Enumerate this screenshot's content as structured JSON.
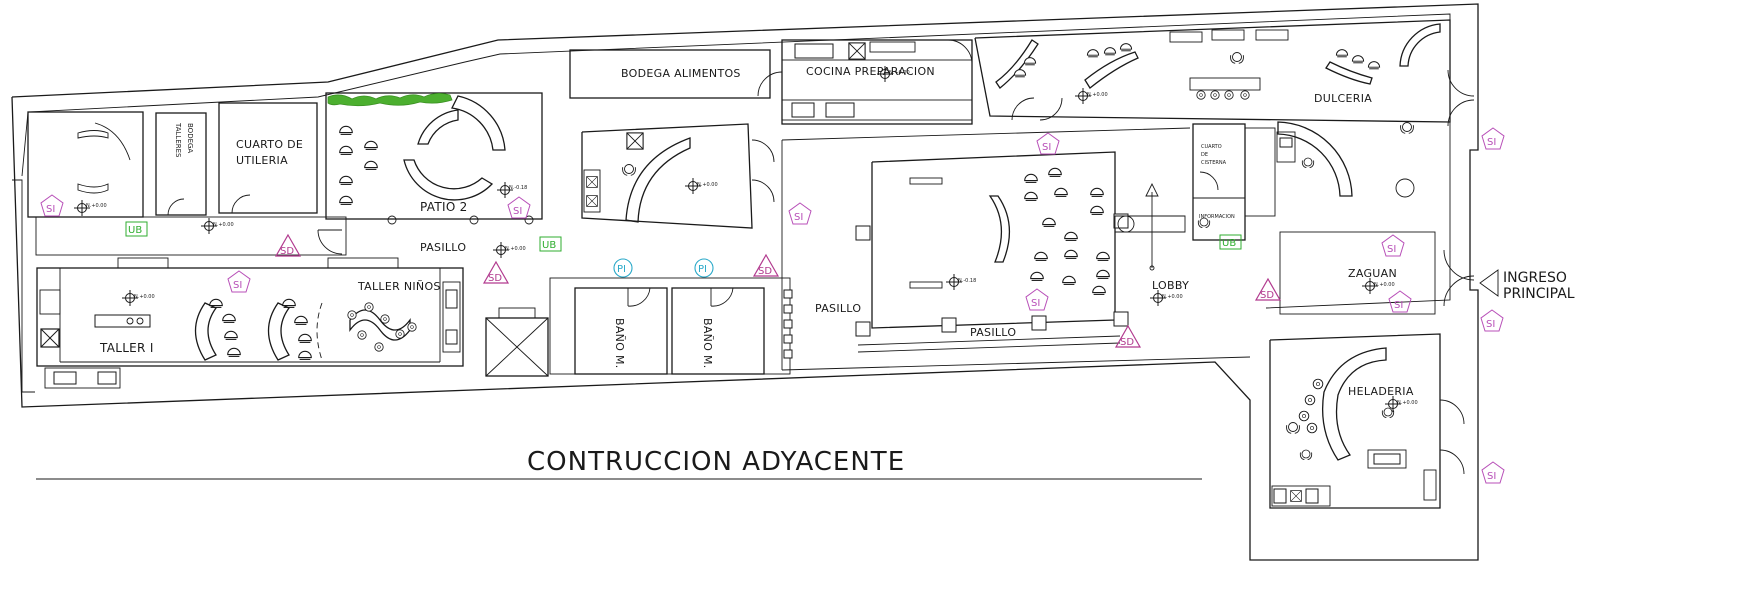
{
  "rooms": {
    "bodega_talleres_1": "BODEGA",
    "bodega_talleres_2": "TALLERES",
    "cuarto_utileria_1": "CUARTO DE",
    "cuarto_utileria_2": "UTILERIA",
    "patio2": "PATIO 2",
    "bodega_alimentos": "BODEGA ALIMENTOS",
    "cocina": "COCINA PREPARACION",
    "dulceria": "DULCERIA",
    "cuarto_cisterna_1": "CUARTO",
    "cuarto_cisterna_2": "DE",
    "cuarto_cisterna_3": "CISTERNA",
    "informacion": "INFORMACION",
    "pasillo_1": "PASILLO",
    "pasillo_2": "PASILLO",
    "pasillo_3": "PASILLO",
    "lobby": "LOBBY",
    "zaguan": "ZAGUAN",
    "taller1": "TALLER I",
    "taller_ninos": "TALLER NIÑOS",
    "bano_1": "BAÑO M.",
    "bano_2": "BAÑO M.",
    "heladeria": "HELADERIA"
  },
  "level_marks": {
    "n000": "N.+0.00",
    "n018": "N.-0.18"
  },
  "entrance": {
    "line1": "INGRESO",
    "line2": "PRINCIPAL"
  },
  "adjacent_label": "CONTRUCCION ADYACENTE",
  "symbols": {
    "si": "SI",
    "sd": "SD",
    "ub": "UB",
    "pi": "PI"
  },
  "colors": {
    "si": "#b84fb8",
    "sd": "#b23b8f",
    "ub": "#2fae2f",
    "pi": "#2aa9c9",
    "hedge": "#4caf2f",
    "line": "#1a1a1a"
  }
}
